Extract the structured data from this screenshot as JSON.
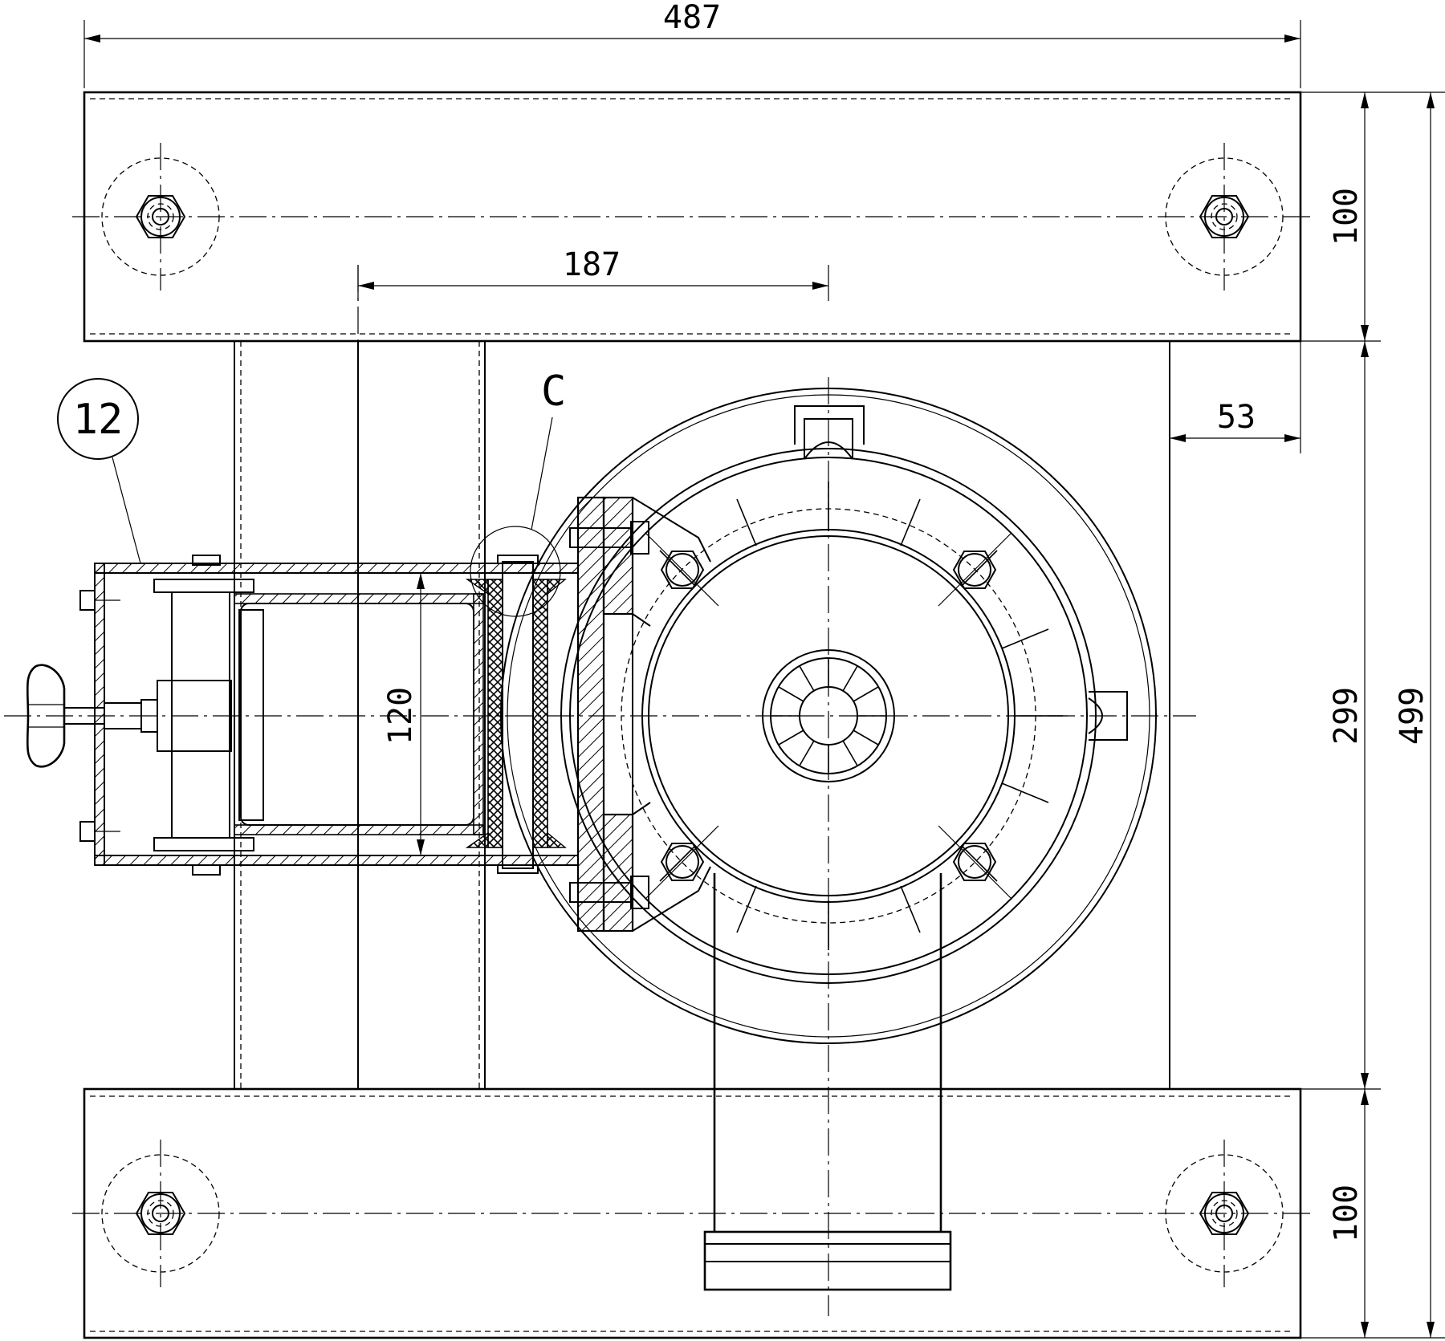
{
  "dimensions": {
    "overall_width": "487",
    "inner_offset": "187",
    "right_offset": "53",
    "height_120": "120",
    "top_block": "100",
    "bottom_block": "100",
    "middle_height": "299",
    "overall_height": "499"
  },
  "callouts": {
    "detail_label": "C",
    "part_number": "12"
  }
}
